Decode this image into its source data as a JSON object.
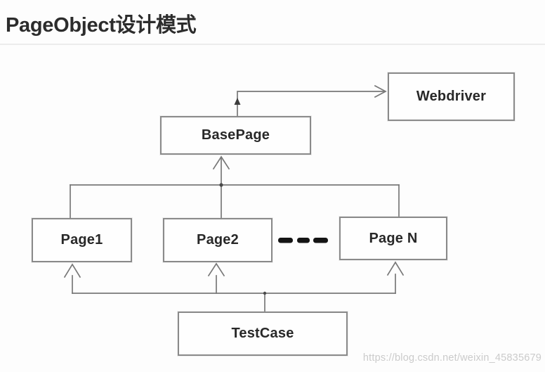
{
  "title": "PageObject设计模式",
  "diagram": {
    "nodes": {
      "webdriver": {
        "label": "Webdriver"
      },
      "basepage": {
        "label": "BasePage"
      },
      "page1": {
        "label": "Page1"
      },
      "page2": {
        "label": "Page2"
      },
      "pageN": {
        "label": "Page N"
      },
      "testcase": {
        "label": "TestCase"
      }
    },
    "ellipsis_between": [
      "Page2",
      "Page N"
    ]
  },
  "watermark": "https://blog.csdn.net/weixin_45835679",
  "colors": {
    "page_background": "#fdfdfd",
    "box_border": "#8a8a8a",
    "box_fill": "#fefefe",
    "connector_line": "#787878",
    "label_text": "#282828",
    "title_text": "#2c2c2c",
    "divider": "#ececec",
    "ellipsis_dash": "#141414",
    "watermark_text": "#cbcbcb"
  }
}
